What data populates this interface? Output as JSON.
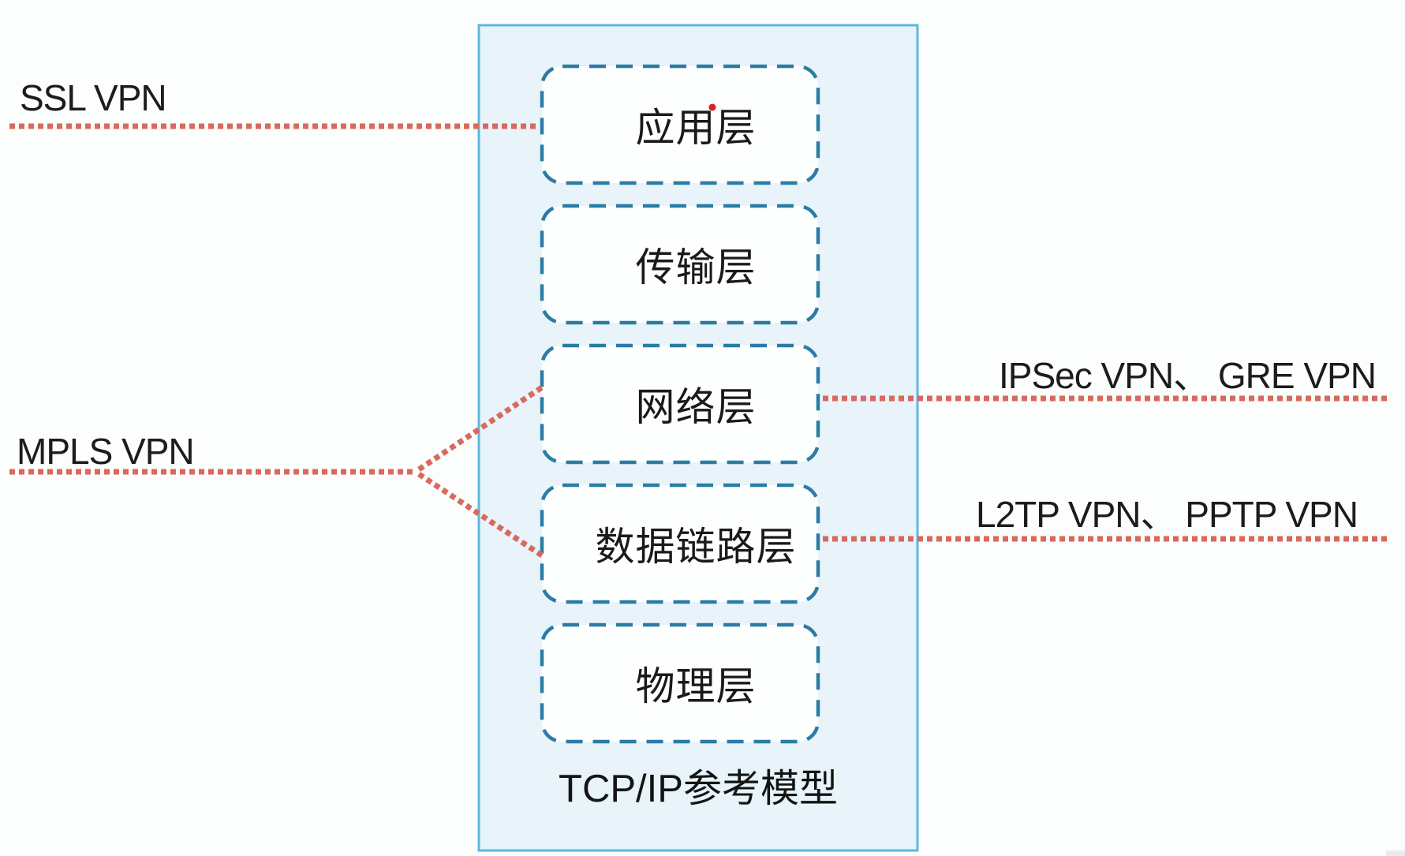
{
  "diagram": {
    "title": "TCP/IP参考模型",
    "layers": [
      {
        "label": "应用层"
      },
      {
        "label": "传输层"
      },
      {
        "label": "网络层"
      },
      {
        "label": "数据链路层"
      },
      {
        "label": "物理层"
      }
    ],
    "annotations": {
      "ssl": {
        "label": "SSL VPN",
        "connects_to": "应用层"
      },
      "mpls": {
        "label": "MPLS VPN",
        "connects_to": "网络层 + 数据链路层"
      },
      "ipsec_gre": {
        "label": "IPSec VPN、 GRE VPN",
        "connects_to": "网络层"
      },
      "l2tp_pptp": {
        "label": "L2TP VPN、 PPTP VPN",
        "connects_to": "数据链路层"
      }
    },
    "colors": {
      "container_fill": "#e8f4fa",
      "container_border": "#5cb8e2",
      "layer_box_fill": "#fdfefe",
      "layer_box_border": "#2b7ca5",
      "connector_red": "#d9695c",
      "pointer_dot_red": "#df1f1f",
      "watermark_gray": "#ebebeb",
      "text": "#1c1c1c"
    }
  }
}
